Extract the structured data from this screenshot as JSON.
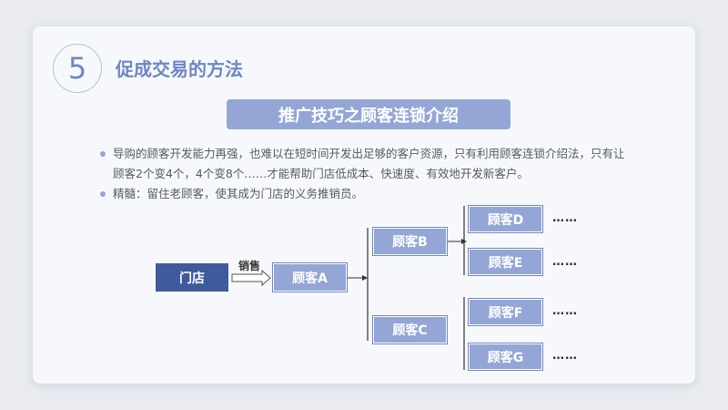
{
  "section": {
    "number": "5",
    "title": "促成交易的方法"
  },
  "banner": "推广技巧之顾客连锁介绍",
  "bullets": [
    "导购的顾客开发能力再强，也难以在短时间开发出足够的客户资源，只有利用顾客连锁介绍法，只有让顾客2个变4个，4个变8个……才能帮助门店低成本、快速度、有效地开发新客户。",
    "精髓：留住老顾客，使其成为门店的义务推销员。"
  ],
  "diagram": {
    "store": "门店",
    "edge_label": "销售",
    "customers": {
      "a": "顾客A",
      "b": "顾客B",
      "c": "顾客C",
      "d": "顾客D",
      "e": "顾客E",
      "f": "顾客F",
      "g": "顾客G"
    },
    "ellipsis": "……"
  },
  "colors": {
    "accent": "#93a6d6",
    "dark": "#3f5a9d",
    "title": "#6f86c4"
  }
}
